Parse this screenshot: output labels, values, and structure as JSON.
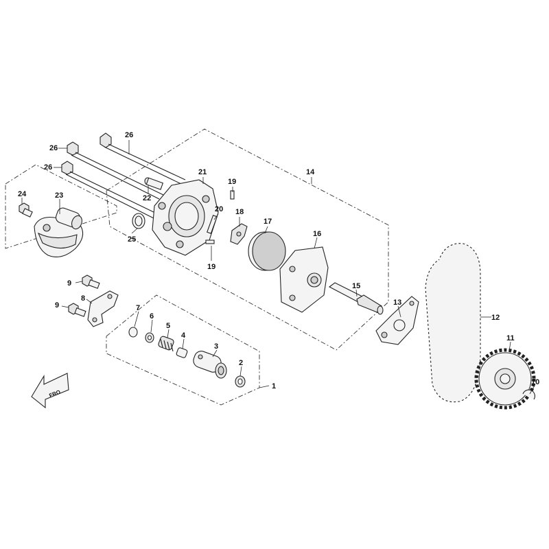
{
  "diagram": {
    "callouts": [
      {
        "id": "c1",
        "text": "1"
      },
      {
        "id": "c2",
        "text": "2"
      },
      {
        "id": "c3",
        "text": "3"
      },
      {
        "id": "c4",
        "text": "4"
      },
      {
        "id": "c5",
        "text": "5"
      },
      {
        "id": "c6",
        "text": "6"
      },
      {
        "id": "c7",
        "text": "7"
      },
      {
        "id": "c8",
        "text": "8"
      },
      {
        "id": "c9a",
        "text": "9"
      },
      {
        "id": "c9b",
        "text": "9"
      },
      {
        "id": "c10",
        "text": "10"
      },
      {
        "id": "c11",
        "text": "11"
      },
      {
        "id": "c12",
        "text": "12"
      },
      {
        "id": "c13",
        "text": "13"
      },
      {
        "id": "c14",
        "text": "14"
      },
      {
        "id": "c15",
        "text": "15"
      },
      {
        "id": "c16",
        "text": "16"
      },
      {
        "id": "c17",
        "text": "17"
      },
      {
        "id": "c18",
        "text": "18"
      },
      {
        "id": "c19a",
        "text": "19"
      },
      {
        "id": "c19b",
        "text": "19"
      },
      {
        "id": "c20",
        "text": "20"
      },
      {
        "id": "c21",
        "text": "21"
      },
      {
        "id": "c22",
        "text": "22"
      },
      {
        "id": "c23",
        "text": "23"
      },
      {
        "id": "c24",
        "text": "24"
      },
      {
        "id": "c25",
        "text": "25"
      },
      {
        "id": "c26a",
        "text": "26"
      },
      {
        "id": "c26b",
        "text": "26"
      },
      {
        "id": "c26c",
        "text": "26"
      }
    ],
    "direction_arrow": {
      "text": "FRO",
      "icon": "front-direction-arrow-icon"
    }
  },
  "colors": {
    "line": "#222222",
    "fill": "#f4f4f4",
    "shade": "#cfcfcf"
  }
}
